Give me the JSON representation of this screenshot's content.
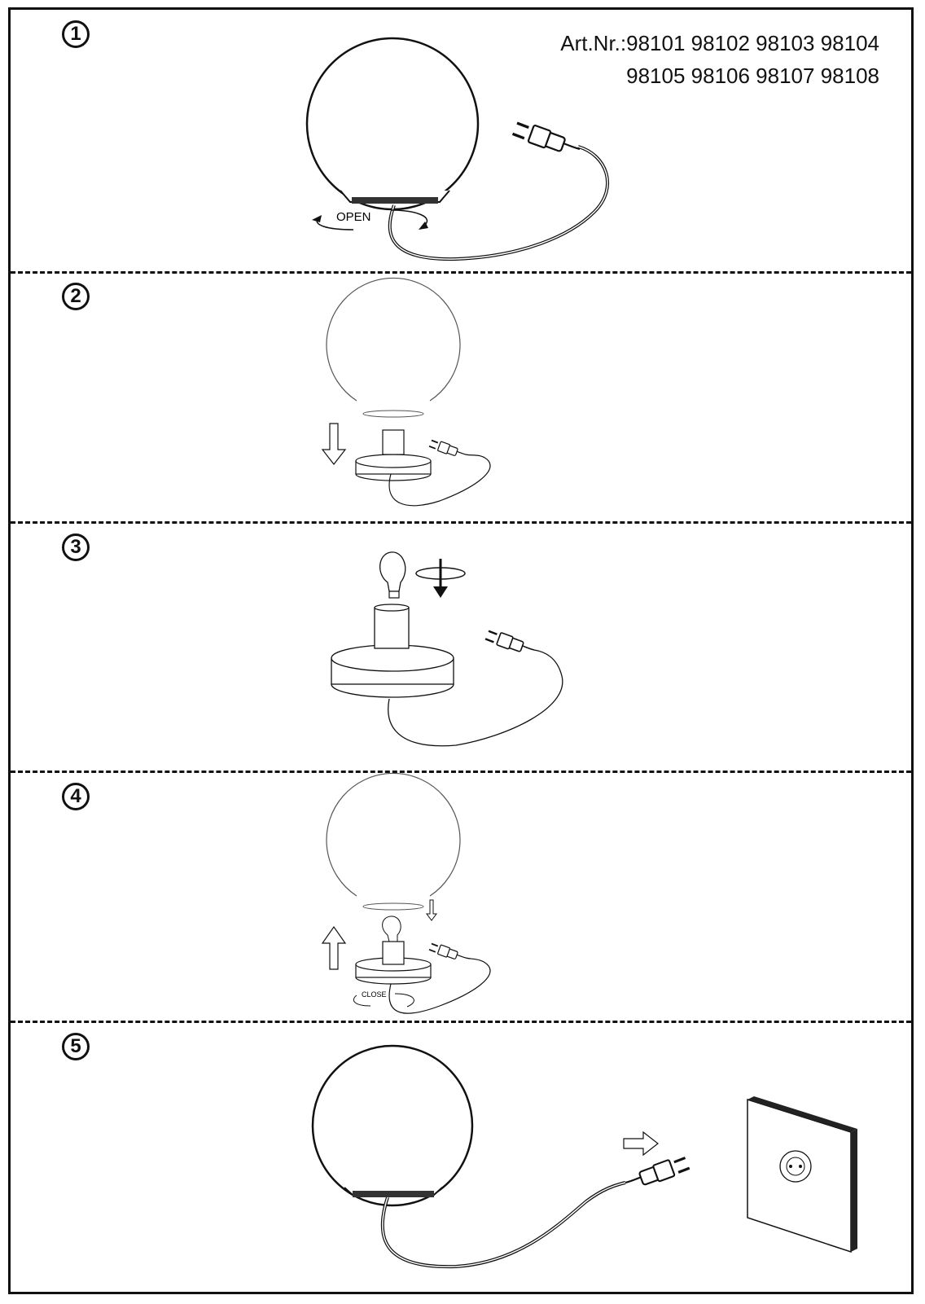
{
  "header": {
    "art_line1": "Art.Nr.:98101  98102  98103  98104",
    "art_line2": "98105  98106  98107  98108"
  },
  "steps": [
    {
      "number": "1",
      "label": "OPEN",
      "icon": "globe-lamp-open-icon"
    },
    {
      "number": "2",
      "icon": "lift-globe-icon"
    },
    {
      "number": "3",
      "icon": "insert-bulb-icon"
    },
    {
      "number": "4",
      "label": "CLOSE",
      "icon": "replace-globe-icon"
    },
    {
      "number": "5",
      "icon": "plug-into-socket-icon"
    }
  ]
}
